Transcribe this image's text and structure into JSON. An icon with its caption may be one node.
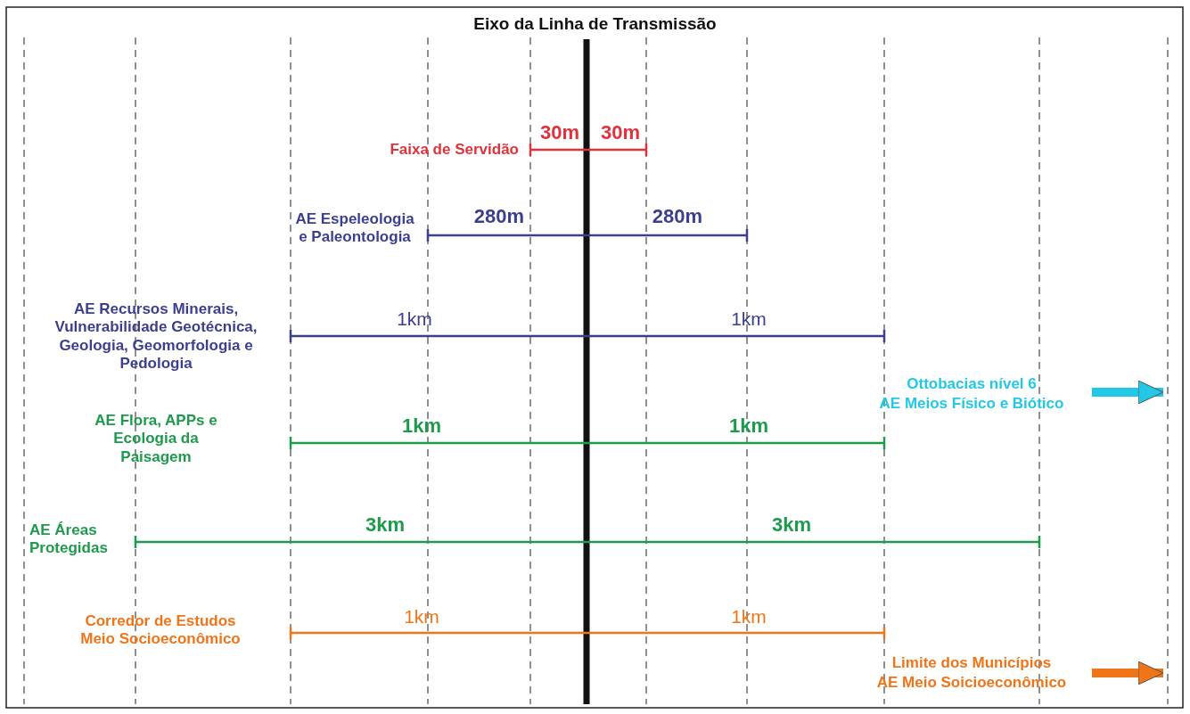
{
  "diagram": {
    "title": "Eixo da Linha de Transmissão",
    "nodes": [
      {
        "text": [
          "Ottobacias nível 6",
          "AE Meios Físico e Biótico"
        ]
      },
      {
        "text": [
          "Limite dos Municípios",
          "AE Meio Soicioeconômico"
        ]
      }
    ],
    "edges": [
      {
        "from": 0,
        "to": null,
        "arrow": "to",
        "color": "#22c8e6"
      },
      {
        "from": 1,
        "to": null,
        "arrow": "to",
        "color": "#f07418"
      }
    ],
    "labels": [
      "Faixa de Servidão",
      "30m",
      "30m",
      "AE Espeleologia e Paleontologia",
      "280m",
      "280m",
      "AE Recursos Minerais, Vulnerabilidade Geotécnica, Geologia, Geomorfologia e Pedologia",
      "1km",
      "1km",
      "AE Flora, APPs e Ecologia da Paisagem",
      "1km",
      "1km",
      "AE Áreas Protegidas",
      "3km",
      "3km",
      "Corredor de Estudos Meio Socioeconômico",
      "1km",
      "1km"
    ]
  }
}
